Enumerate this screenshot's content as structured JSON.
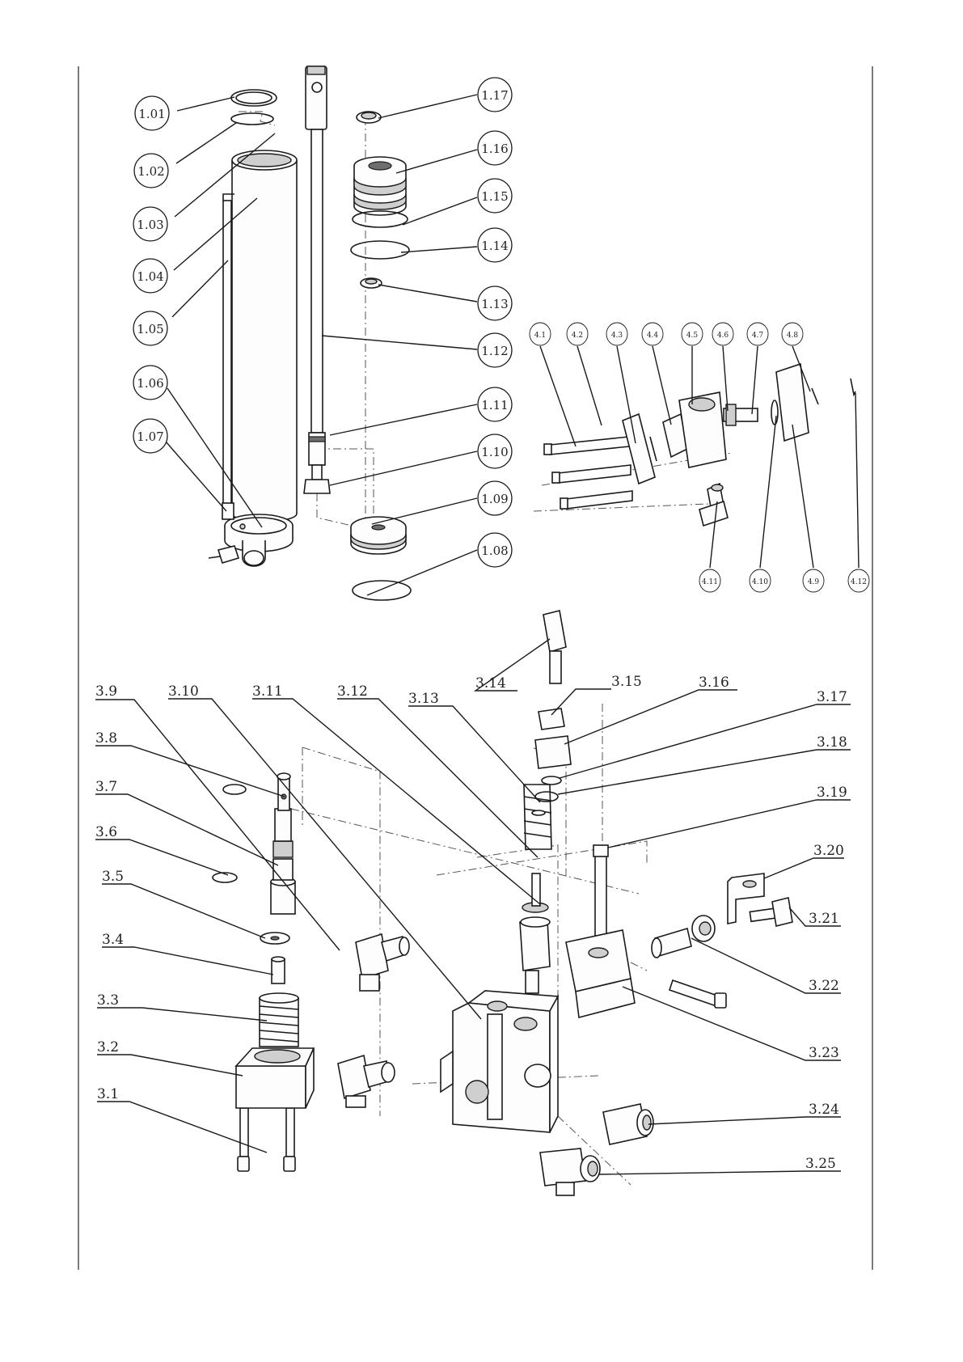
{
  "cylinder_assembly": {
    "labels": [
      "1.01",
      "1.02",
      "1.03",
      "1.04",
      "1.05",
      "1.06",
      "1.07",
      "1.08",
      "1.09",
      "1.10",
      "1.11",
      "1.12",
      "1.13",
      "1.14",
      "1.15",
      "1.16",
      "1.17"
    ]
  },
  "switch_assembly": {
    "labels": [
      "4.1",
      "4.2",
      "4.3",
      "4.4",
      "4.5",
      "4.6",
      "4.7",
      "4.8",
      "4.9",
      "4.10",
      "4.11",
      "4.12"
    ]
  },
  "valve_assembly": {
    "labels": [
      "3.1",
      "3.2",
      "3.3",
      "3.4",
      "3.5",
      "3.6",
      "3.7",
      "3.8",
      "3.9",
      "3.10",
      "3.11",
      "3.12",
      "3.13",
      "3.14",
      "3.15",
      "3.16",
      "3.17",
      "3.18",
      "3.19",
      "3.20",
      "3.21",
      "3.22",
      "3.23",
      "3.24",
      "3.25"
    ]
  }
}
